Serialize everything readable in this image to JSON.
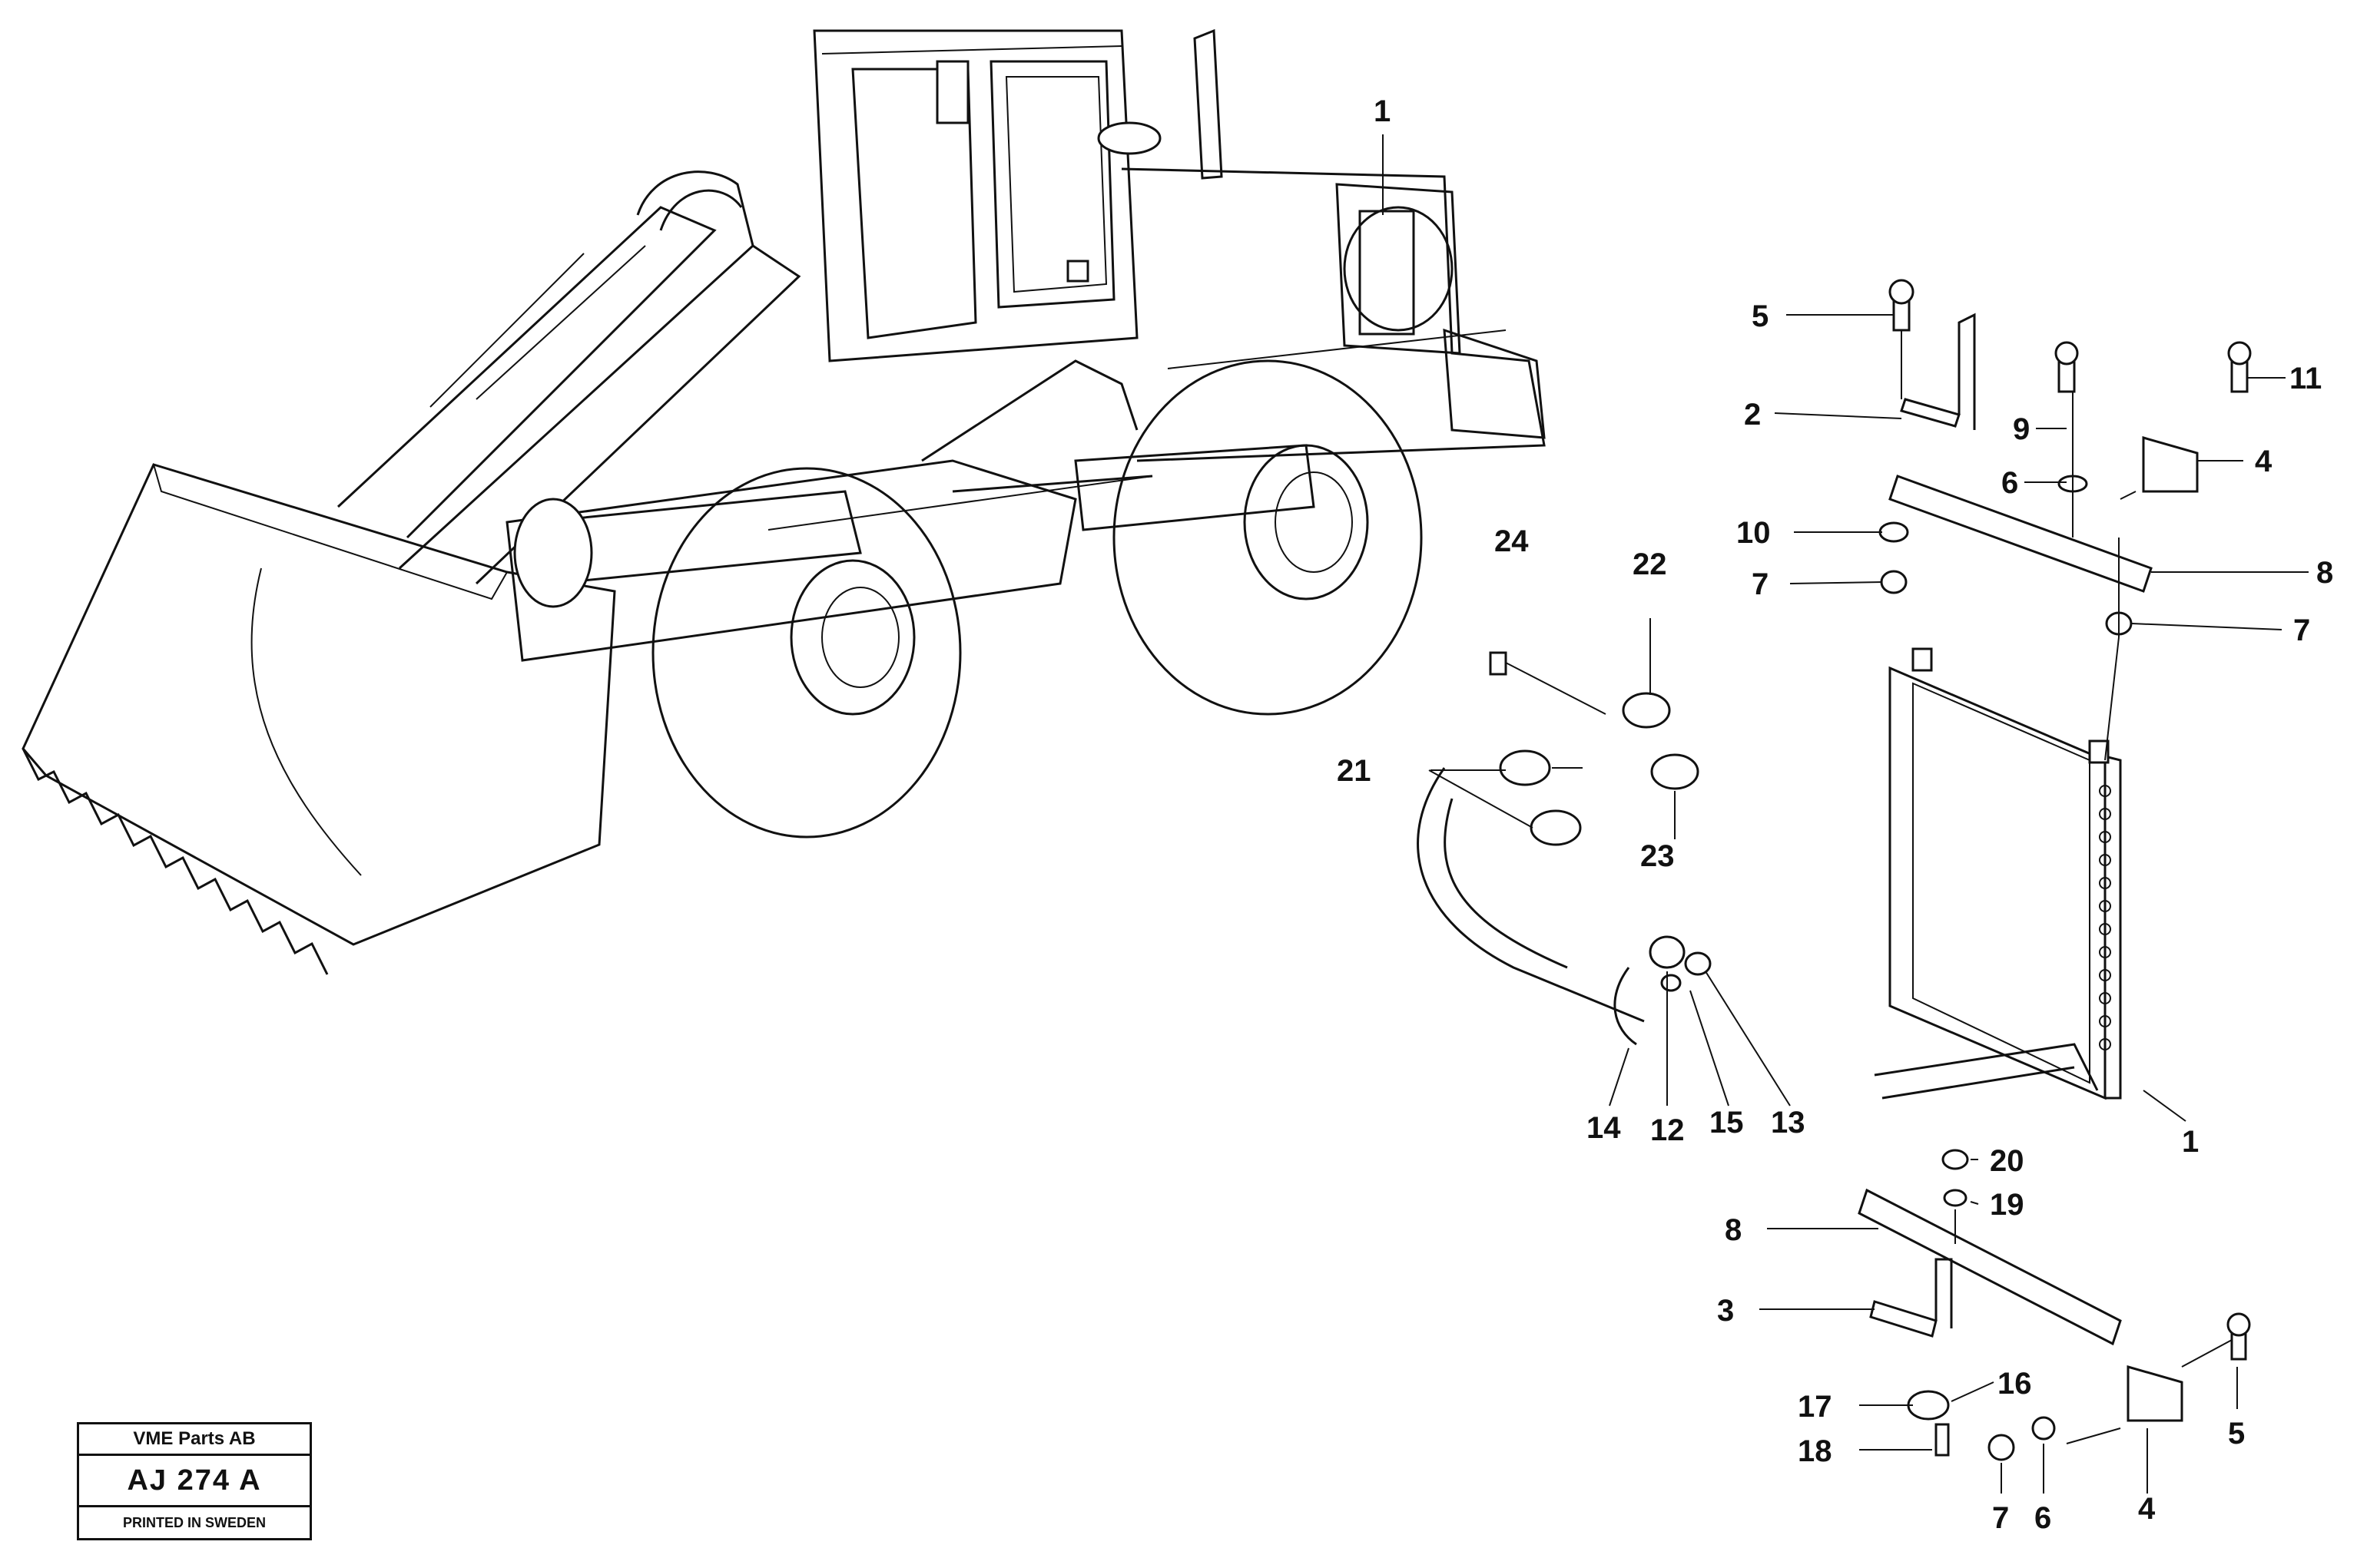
{
  "title_block": {
    "company": "VME Parts AB",
    "drawing_code": "AJ 274  A",
    "footer": "PRINTED IN SWEDEN"
  },
  "callouts": {
    "c1_loader": "1",
    "c5_top": "5",
    "c2": "2",
    "c11": "11",
    "c9": "9",
    "c4_top": "4",
    "c6_top": "6",
    "c10": "10",
    "c8_top": "8",
    "c7_left": "7",
    "c7_right": "7",
    "c24": "24",
    "c22": "22",
    "c21": "21",
    "c23": "23",
    "c1_cooler": "1",
    "c14": "14",
    "c12": "12",
    "c15": "15",
    "c13": "13",
    "c20": "20",
    "c19": "19",
    "c8_bottom": "8",
    "c3": "3",
    "c16": "16",
    "c17": "17",
    "c18": "18",
    "c5_bottom": "5",
    "c7_bottom": "7",
    "c6_bottom": "6",
    "c4_bottom": "4"
  }
}
